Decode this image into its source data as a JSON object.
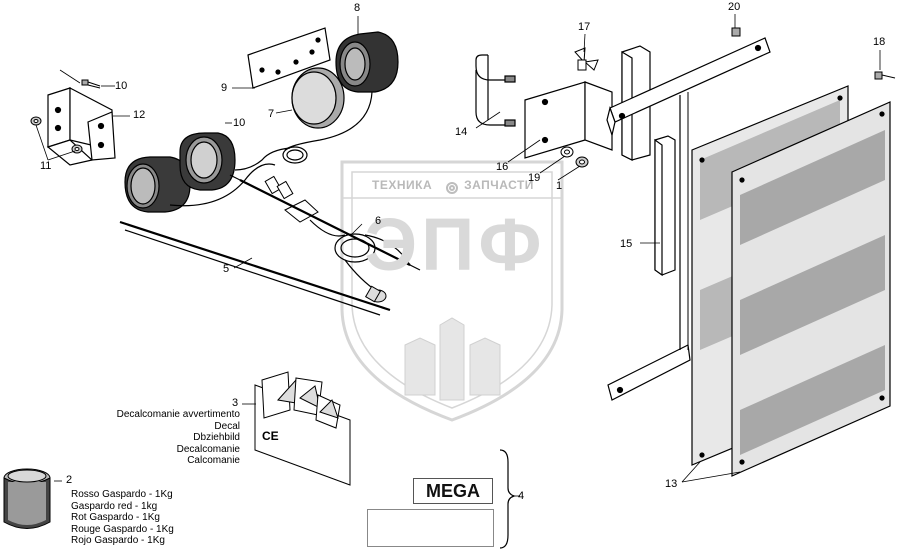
{
  "watermark": {
    "line1_left": "ТЕХНИКА",
    "line1_right": "ЗАПЧАСТИ",
    "big": "ЭПФ"
  },
  "callouts": {
    "c1": "1",
    "c2": "2",
    "c3": "3",
    "c4": "4",
    "c5": "5",
    "c6": "6",
    "c7": "7",
    "c8": "8",
    "c9": "9",
    "c10a": "10",
    "c10b": "10",
    "c11": "11",
    "c12": "12",
    "c13": "13",
    "c14": "14",
    "c15": "15",
    "c16": "16",
    "c17": "17",
    "c18": "18",
    "c19": "19",
    "c20": "20"
  },
  "decal_texts": [
    "Decalcomanie avvertimento",
    "Decal",
    "Dbziehbild",
    "Decalcomanie",
    "Calcomanie"
  ],
  "paint_texts": [
    "Rosso Gaspardo - 1Kg",
    "Gaspardo red - 1kg",
    "Rot Gaspardo - 1Kg",
    "Rouge Gaspardo - 1Kg",
    "Rojo Gaspardo - 1Kg"
  ],
  "plate_text": "MEGA",
  "ce_mark": "CE"
}
